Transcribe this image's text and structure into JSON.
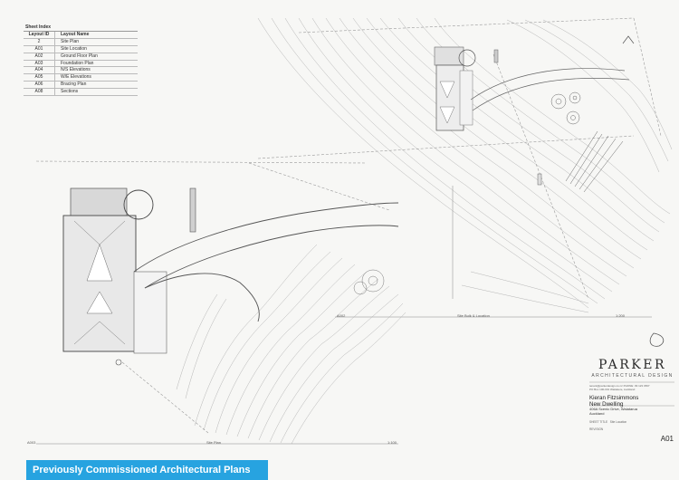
{
  "sheet_index": {
    "title": "Sheet Index",
    "col_id": "Layout ID",
    "col_name": "Layout Name",
    "rows": [
      {
        "id": "2",
        "name": "Site Plan"
      },
      {
        "id": "A01",
        "name": "Site Location"
      },
      {
        "id": "A02",
        "name": "Ground Floor Plan"
      },
      {
        "id": "A03",
        "name": "Foundation Plan"
      },
      {
        "id": "A04",
        "name": "N/S Elevations"
      },
      {
        "id": "A05",
        "name": "W/E Elevations"
      },
      {
        "id": "A06",
        "name": "Bracing Plan"
      },
      {
        "id": "A08",
        "name": "Sections"
      }
    ]
  },
  "drawings": {
    "site_bulk_label": "Site Bulk & Location",
    "site_bulk_ref": "A002",
    "site_bulk_scale": "1:200",
    "site_plan_label": "Site Plan",
    "site_plan_ref": "A003",
    "site_plan_scale": "1:100"
  },
  "title_block": {
    "brand": "PARKER",
    "brand_sub": "ARCHITECTURAL DESIGN",
    "contact_line1": "tenant@parkerdesign.co.nz   PHONE: 09 123 4567",
    "contact_line2": "PO Box 100-001 Waitakere, Auckland",
    "client_name": "Kieran Fitzsimmons",
    "project": "New Dwelling",
    "address_line1": "406A Scenic Drive, Waiatarua",
    "address_line2": "Auckland",
    "sheet_title_label": "SHEET TITLE",
    "sheet_title": "Site Location",
    "revision_label": "REVISION",
    "sheet_number": "A01"
  },
  "banner": {
    "text": "Previously Commissioned Architectural Plans",
    "color": "#27a3e0"
  }
}
